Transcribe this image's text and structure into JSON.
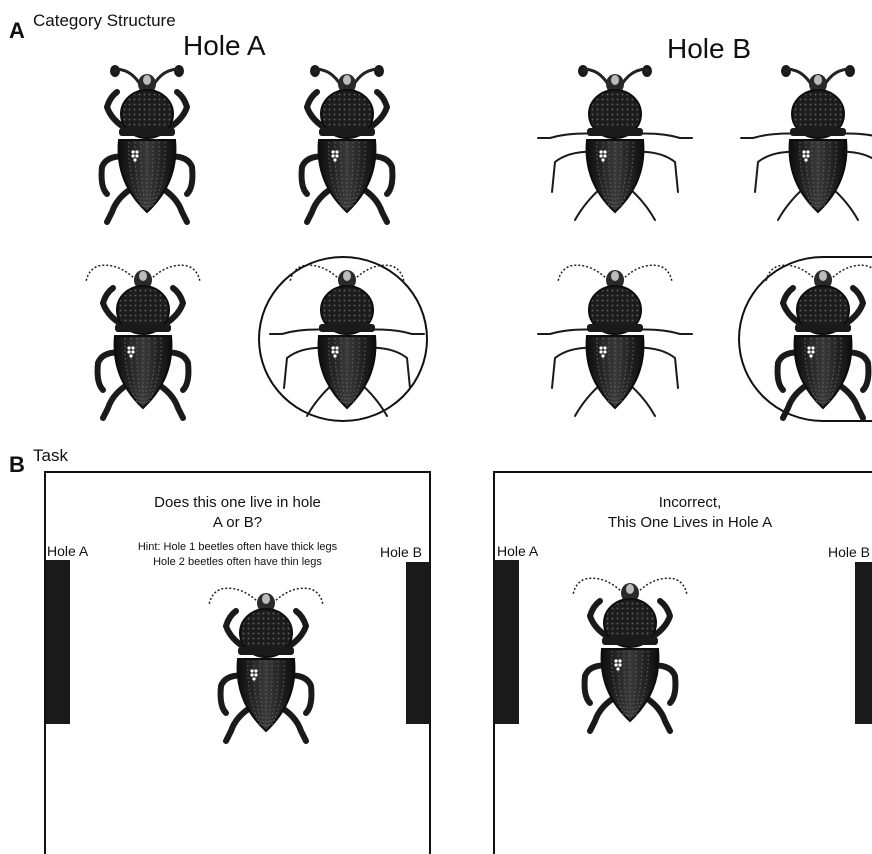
{
  "panel_a": {
    "letter": "A",
    "title": "Category Structure",
    "hole_a_heading": "Hole A",
    "hole_b_heading": "Hole B",
    "beetles": [
      {
        "group": "Hole A",
        "legs": "thick",
        "antennae": "short",
        "circled": false
      },
      {
        "group": "Hole A",
        "legs": "thick",
        "antennae": "short",
        "circled": false
      },
      {
        "group": "Hole A",
        "legs": "thick",
        "antennae": "long",
        "circled": false
      },
      {
        "group": "Hole A",
        "legs": "thin",
        "antennae": "long",
        "circled": true
      },
      {
        "group": "Hole B",
        "legs": "thin",
        "antennae": "short",
        "circled": false
      },
      {
        "group": "Hole B",
        "legs": "thin",
        "antennae": "short",
        "circled": false
      },
      {
        "group": "Hole B",
        "legs": "thin",
        "antennae": "long",
        "circled": false
      },
      {
        "group": "Hole B",
        "legs": "thick",
        "antennae": "long",
        "circled": true
      }
    ]
  },
  "panel_b": {
    "letter": "B",
    "title": "Task",
    "screen1": {
      "question_line1": "Does this one live in hole",
      "question_line2": "A or B?",
      "hint_line1": "Hint: Hole 1 beetles often have thick legs",
      "hint_line2": "Hole 2 beetles often have thin legs",
      "left_hole_label": "Hole A",
      "right_hole_label": "Hole B"
    },
    "screen2": {
      "feedback_line1": "Incorrect,",
      "feedback_line2": "This One Lives in Hole A",
      "left_hole_label": "Hole A",
      "right_hole_label": "Hole B"
    }
  }
}
